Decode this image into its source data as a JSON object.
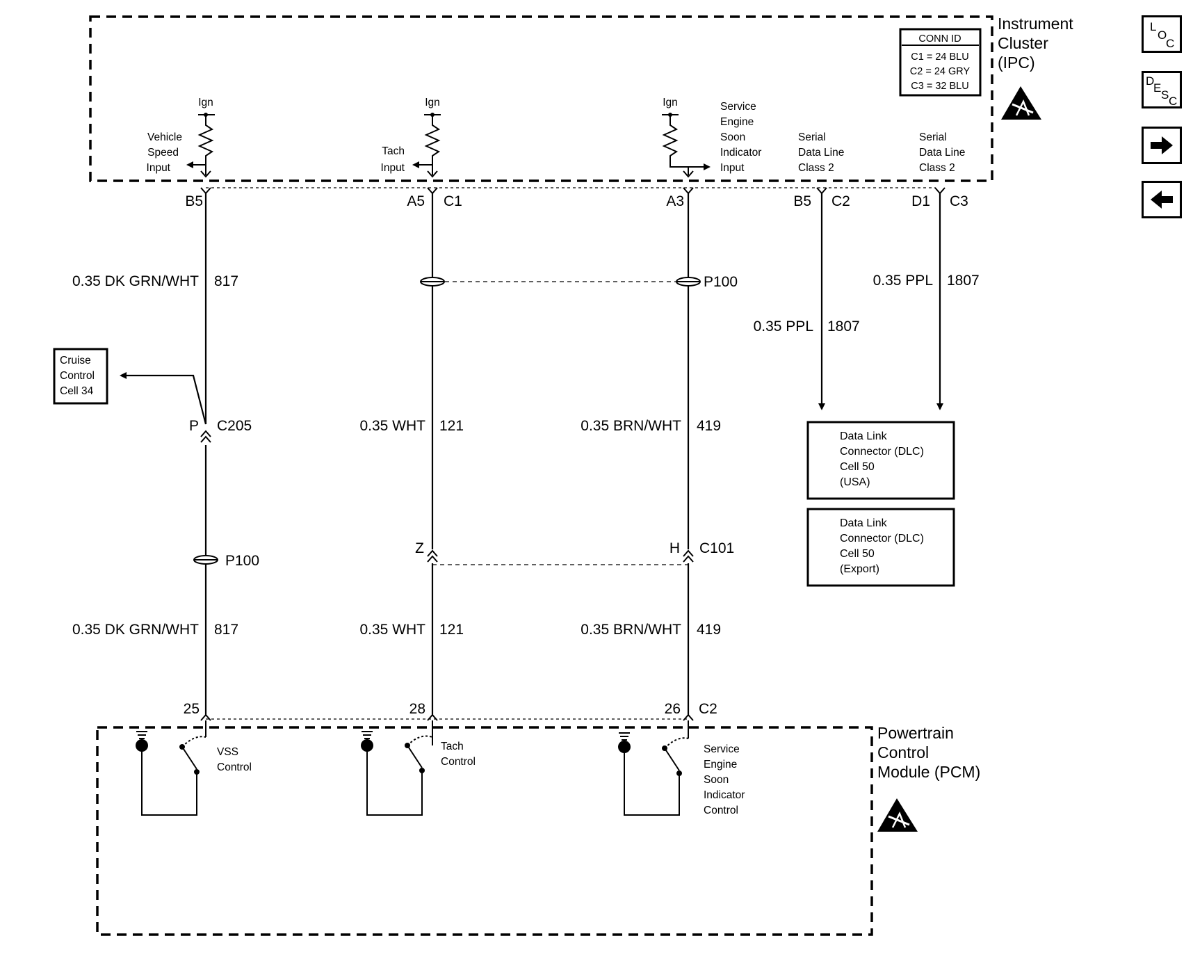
{
  "ipc": {
    "title": [
      "Instrument",
      "Cluster",
      "(IPC)"
    ],
    "conn_id": {
      "header": "CONN ID",
      "rows": [
        "C1 = 24 BLU",
        "C2 = 24 GRY",
        "C3 = 32 BLU"
      ]
    },
    "circuits": {
      "vss": {
        "ign": "Ign",
        "label": [
          "Vehicle",
          "Speed",
          "Input"
        ]
      },
      "tach": {
        "ign": "Ign",
        "label": [
          "Tach",
          "Input"
        ]
      },
      "ses": {
        "ign": "Ign",
        "label": [
          "Service",
          "Engine",
          "Soon",
          "Indicator",
          "Input"
        ]
      },
      "serial1": {
        "label": [
          "Serial",
          "Data Line",
          "Class 2"
        ]
      },
      "serial2": {
        "label": [
          "Serial",
          "Data Line",
          "Class 2"
        ]
      }
    },
    "pins": {
      "vss": "B5",
      "tach_a": "A5",
      "tach_c": "C1",
      "ses": "A3",
      "serial1_a": "B5",
      "serial1_c": "C2",
      "serial2_a": "D1",
      "serial2_c": "C3"
    }
  },
  "wires": {
    "w817_top": {
      "gauge": "0.35 DK GRN/WHT",
      "circuit": "817"
    },
    "w817_bot": {
      "gauge": "0.35 DK GRN/WHT",
      "circuit": "817"
    },
    "w121_mid": {
      "gauge": "0.35 WHT",
      "circuit": "121"
    },
    "w121_bot": {
      "gauge": "0.35 WHT",
      "circuit": "121"
    },
    "w419_mid": {
      "gauge": "0.35 BRN/WHT",
      "circuit": "419"
    },
    "w419_bot": {
      "gauge": "0.35 BRN/WHT",
      "circuit": "419"
    },
    "w1807_a": {
      "gauge": "0.35 PPL",
      "circuit": "1807"
    },
    "w1807_b": {
      "gauge": "0.35 PPL",
      "circuit": "1807"
    }
  },
  "connectors": {
    "p100_top": "P100",
    "p100_bot": "P100",
    "c205_pin": "P",
    "c205": "C205",
    "c101_z": "Z",
    "c101_h": "H",
    "c101": "C101"
  },
  "cruise": [
    "Cruise",
    "Control",
    "Cell 34"
  ],
  "dlc_usa": [
    "Data Link",
    "Connector (DLC)",
    "Cell 50",
    "(USA)"
  ],
  "dlc_export": [
    "Data Link",
    "Connector (DLC)",
    "Cell 50",
    "(Export)"
  ],
  "pcm": {
    "title": [
      "Powertrain",
      "Control",
      "Module (PCM)"
    ],
    "pins": {
      "vss": "25",
      "tach": "28",
      "ses": "26",
      "conn": "C2"
    },
    "circuits": {
      "vss": [
        "VSS",
        "Control"
      ],
      "tach": [
        "Tach",
        "Control"
      ],
      "ses": [
        "Service",
        "Engine",
        "Soon",
        "Indicator",
        "Control"
      ]
    }
  },
  "nav": {
    "loc": {
      "l": "L",
      "o": "O",
      "c": "C"
    },
    "desc": {
      "d": "D",
      "e": "E",
      "s": "S",
      "c": "C"
    },
    "icons": [
      "right-arrow-icon",
      "left-arrow-icon"
    ]
  }
}
